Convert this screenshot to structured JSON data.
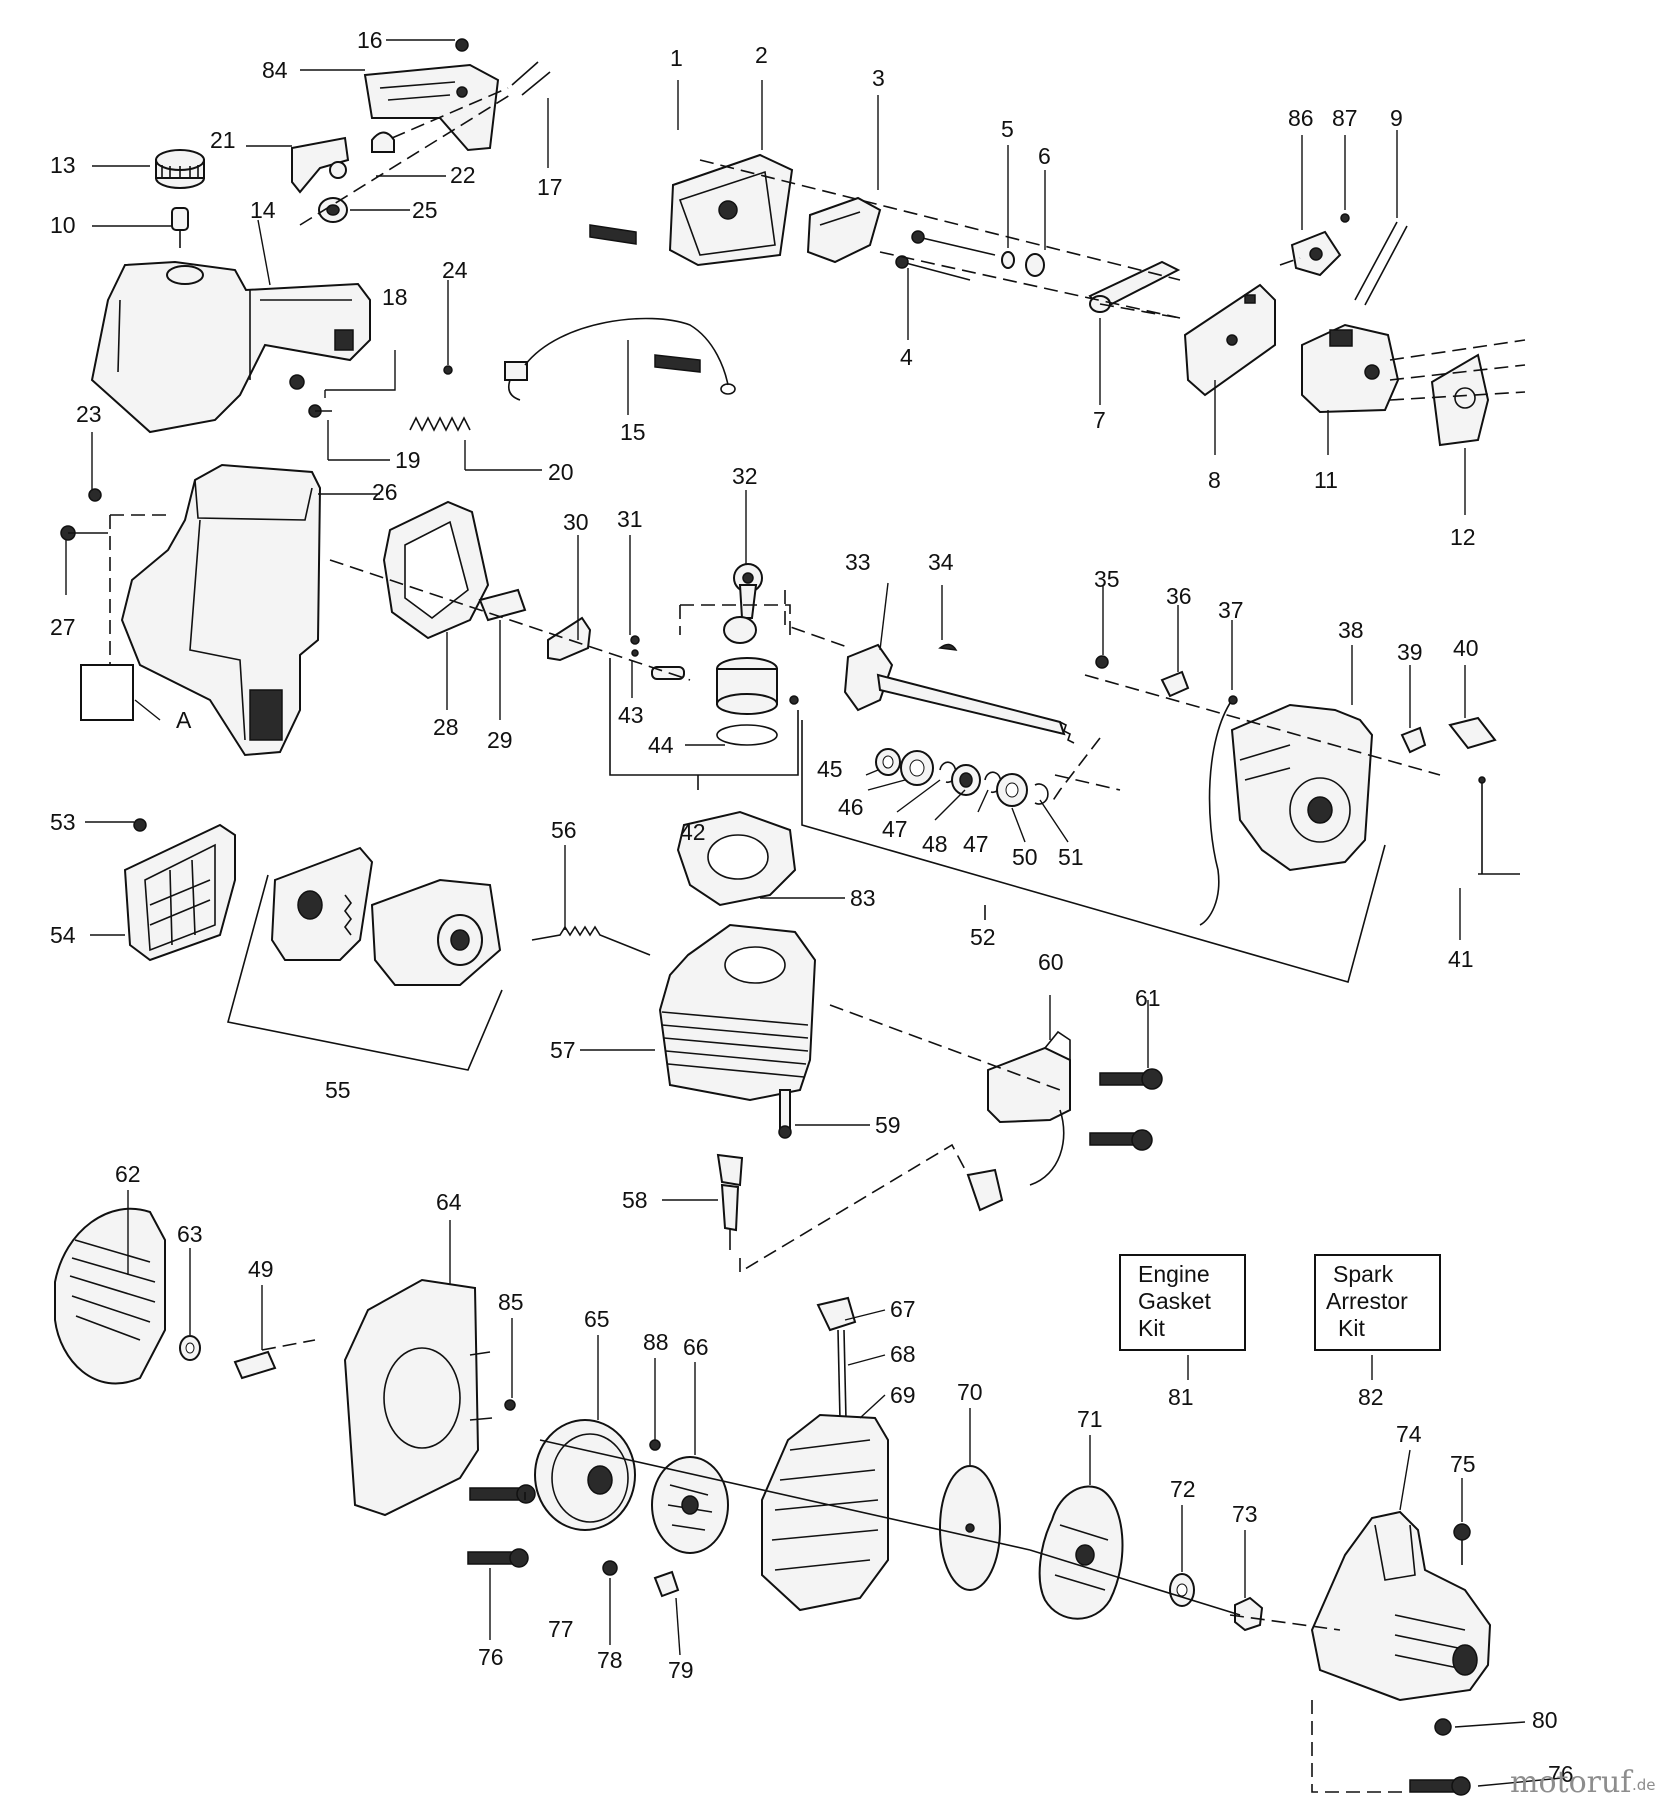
{
  "labels": {
    "l1": "1",
    "l2": "2",
    "l3": "3",
    "l4": "4",
    "l5": "5",
    "l6": "6",
    "l7": "7",
    "l8": "8",
    "l9": "9",
    "l10": "10",
    "l11": "11",
    "l12": "12",
    "l13": "13",
    "l14": "14",
    "l15": "15",
    "l16": "16",
    "l17": "17",
    "l18": "18",
    "l19": "19",
    "l20": "20",
    "l21": "21",
    "l22": "22",
    "l23": "23",
    "l24": "24",
    "l25": "25",
    "l26": "26",
    "l27": "27",
    "l28": "28",
    "l29": "29",
    "l30": "30",
    "l31": "31",
    "l32": "32",
    "l33": "33",
    "l34": "34",
    "l35": "35",
    "l36": "36",
    "l37": "37",
    "l38": "38",
    "l39": "39",
    "l40": "40",
    "l41": "41",
    "l42": "42",
    "l43": "43",
    "l44": "44",
    "l45": "45",
    "l46": "46",
    "l47a": "47",
    "l47b": "47",
    "l48": "48",
    "l49": "49",
    "l50": "50",
    "l51": "51",
    "l52": "52",
    "l53": "53",
    "l54": "54",
    "l55": "55",
    "l56": "56",
    "l57": "57",
    "l58": "58",
    "l59": "59",
    "l60": "60",
    "l61": "61",
    "l62": "62",
    "l63": "63",
    "l64": "64",
    "l65": "65",
    "l66": "66",
    "l67": "67",
    "l68": "68",
    "l69": "69",
    "l70": "70",
    "l71": "71",
    "l72": "72",
    "l73": "73",
    "l74": "74",
    "l75": "75",
    "l76a": "76",
    "l76b": "76",
    "l77": "77",
    "l78": "78",
    "l79": "79",
    "l80": "80",
    "l81": "81",
    "l82": "82",
    "l83": "83",
    "l84": "84",
    "l85": "85",
    "l86": "86",
    "l87": "87",
    "l88": "88",
    "lA": "A"
  },
  "kits": {
    "engine_gasket": {
      "line1": "Engine",
      "line2": "Gasket",
      "line3": "Kit"
    },
    "spark_arrestor": {
      "line1": "Spark",
      "line2": "Arrestor",
      "line3": "Kit"
    }
  },
  "watermark": {
    "brand": "motoruf",
    "tld": ".de"
  }
}
